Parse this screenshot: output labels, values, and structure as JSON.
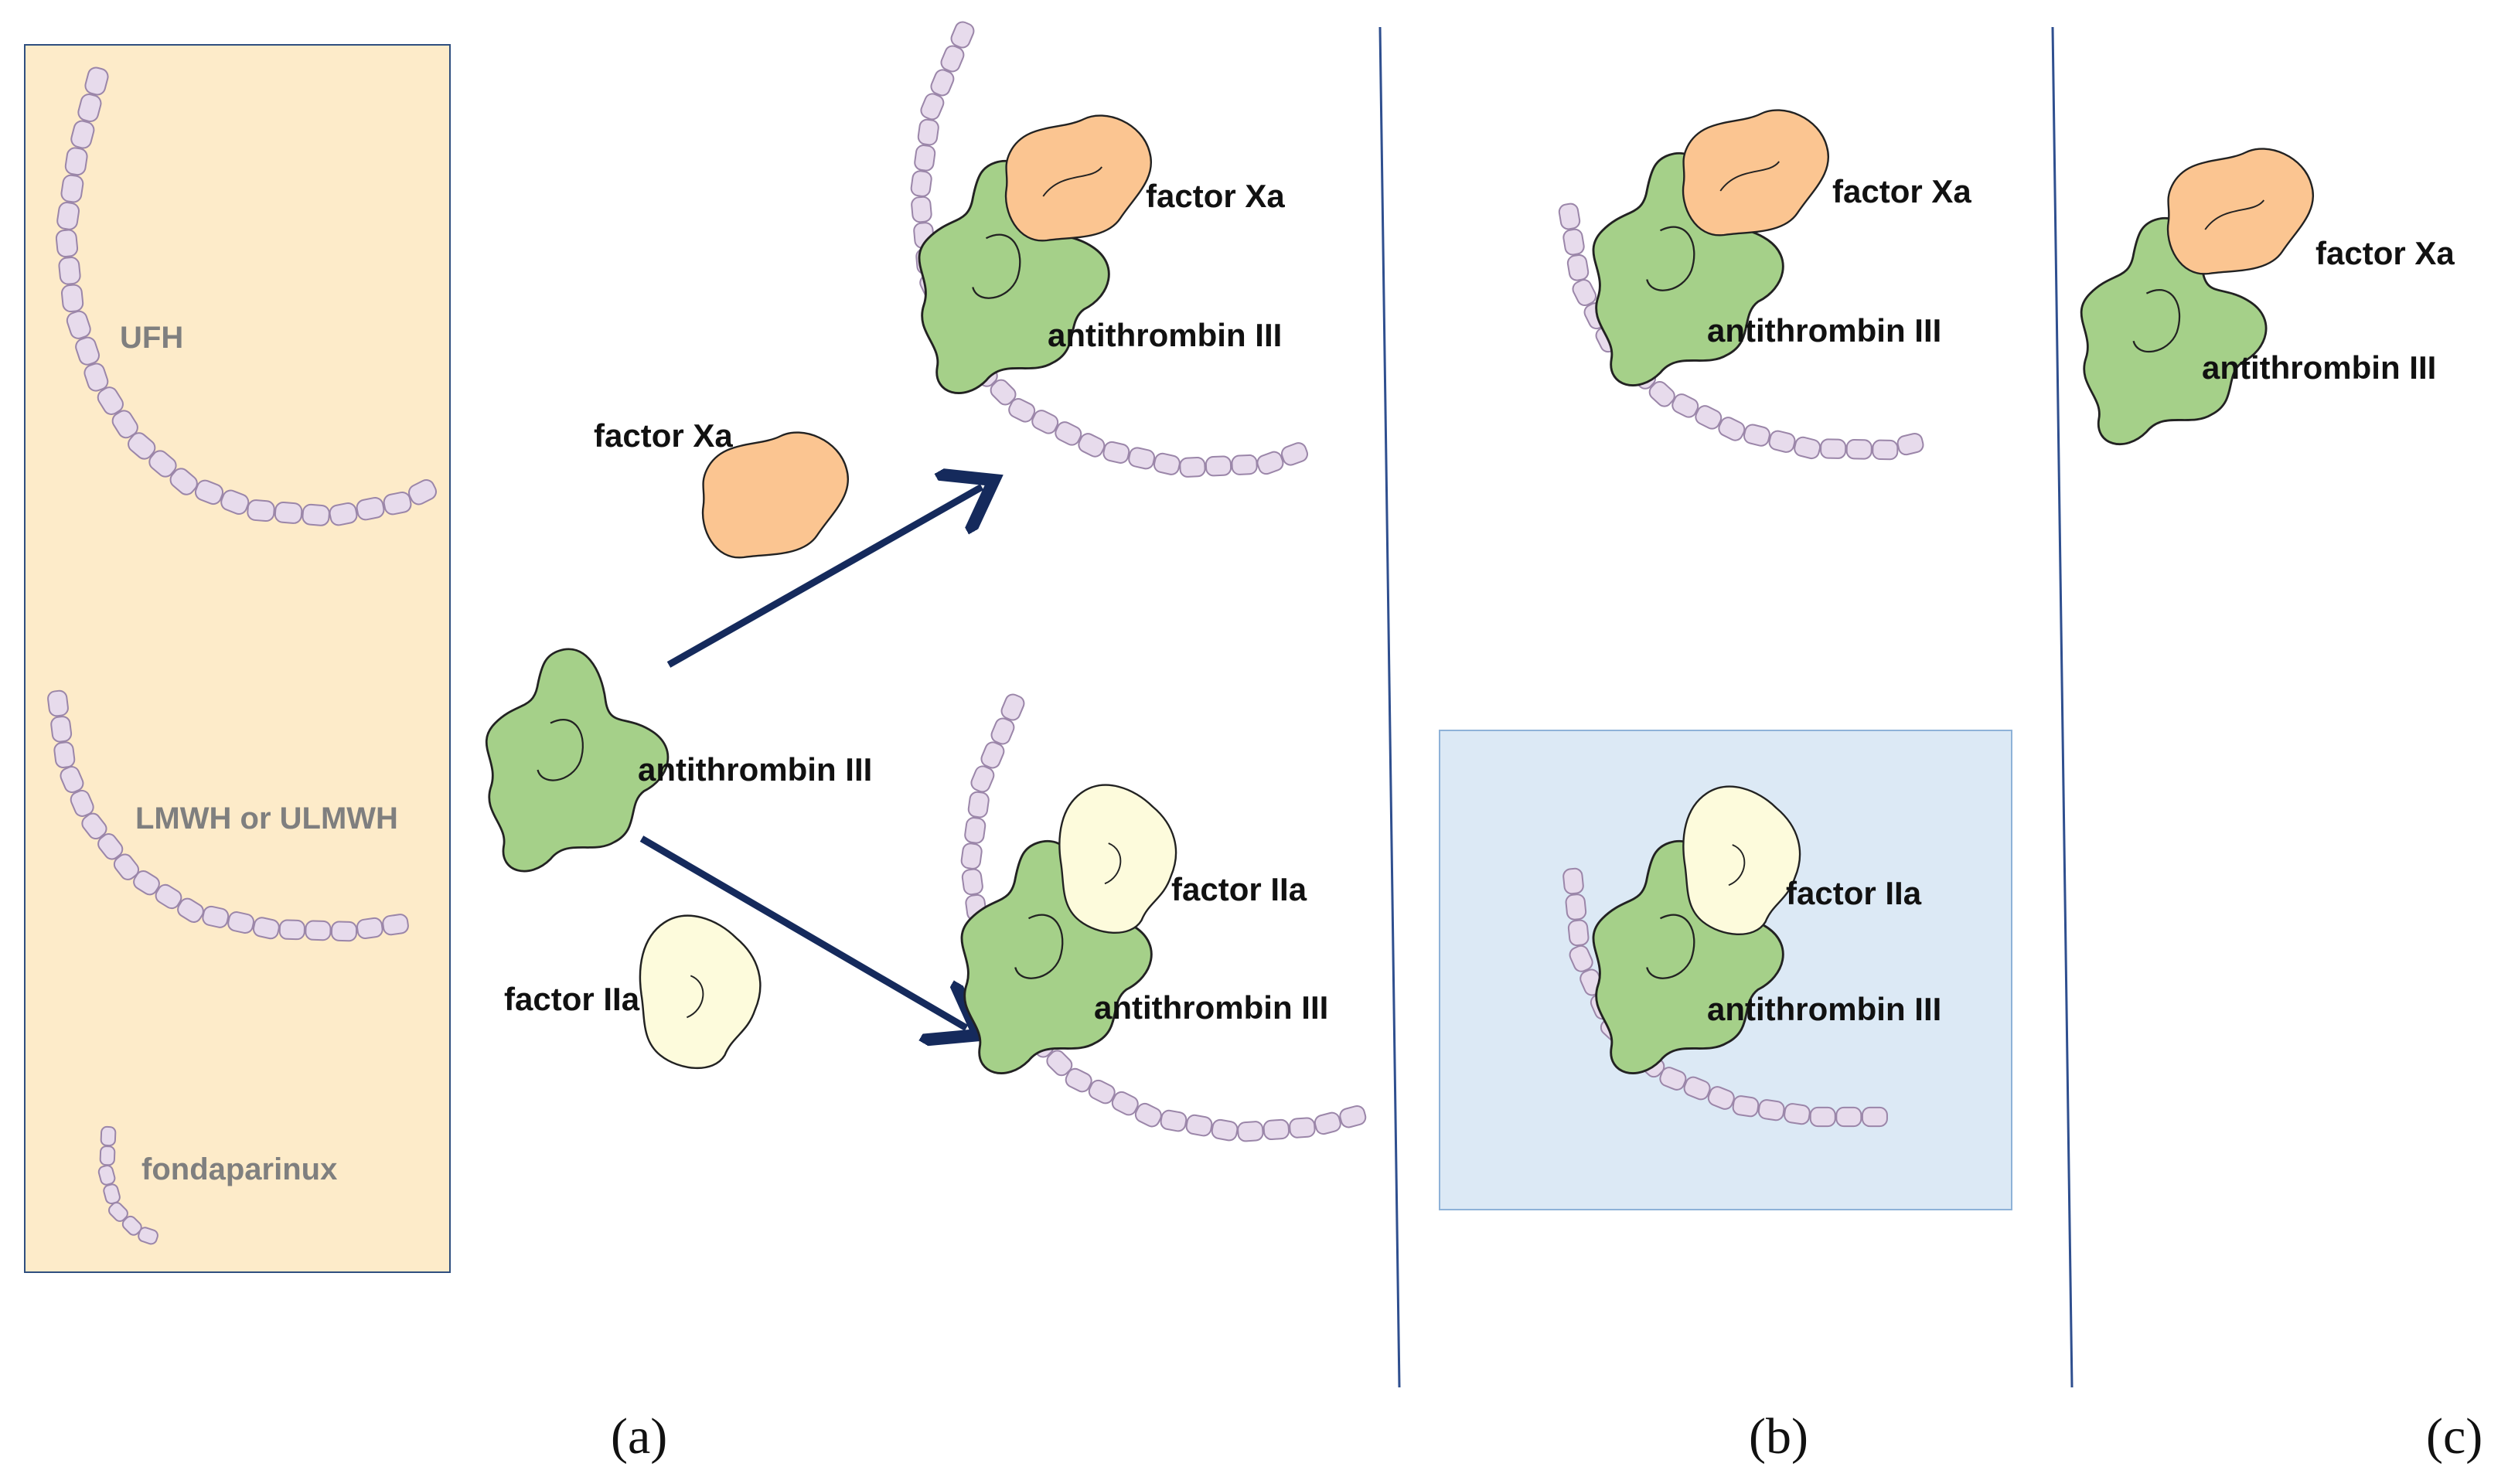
{
  "colors": {
    "heparin_box": "#fdebc9",
    "heparin_box_border": "#2f4f7f",
    "heparin_chain": "#e7dbec",
    "heparin_chain_stroke": "#9b86a9",
    "antithrombin": "#a5d089",
    "factor_xa": "#fbc591",
    "factor_iia": "#fdfbdc",
    "highlight_box": "#dce9f5",
    "arrow": "#152a5c",
    "divider": "#2f4f8f"
  },
  "legend": {
    "ufh": "UFH",
    "lmwh": "LMWH or ULMWH",
    "fondaparinux": "fondaparinux"
  },
  "panel_a": {
    "free_factor_xa": "factor Xa",
    "free_antithrombin": "antithrombin III",
    "free_factor_iia": "factor IIa",
    "top_complex": {
      "factor": "factor Xa",
      "antithrombin": "antithrombin III"
    },
    "bottom_complex": {
      "factor": "factor IIa",
      "antithrombin": "antithrombin III"
    },
    "caption": "(a)"
  },
  "panel_b": {
    "top_complex": {
      "factor": "factor Xa",
      "antithrombin": "antithrombin III"
    },
    "bottom_complex": {
      "factor": "factor IIa",
      "antithrombin": "antithrombin III"
    },
    "caption": "(b)"
  },
  "panel_c": {
    "complex": {
      "factor": "factor Xa",
      "antithrombin": "antithrombin III"
    },
    "caption": "(c)"
  }
}
